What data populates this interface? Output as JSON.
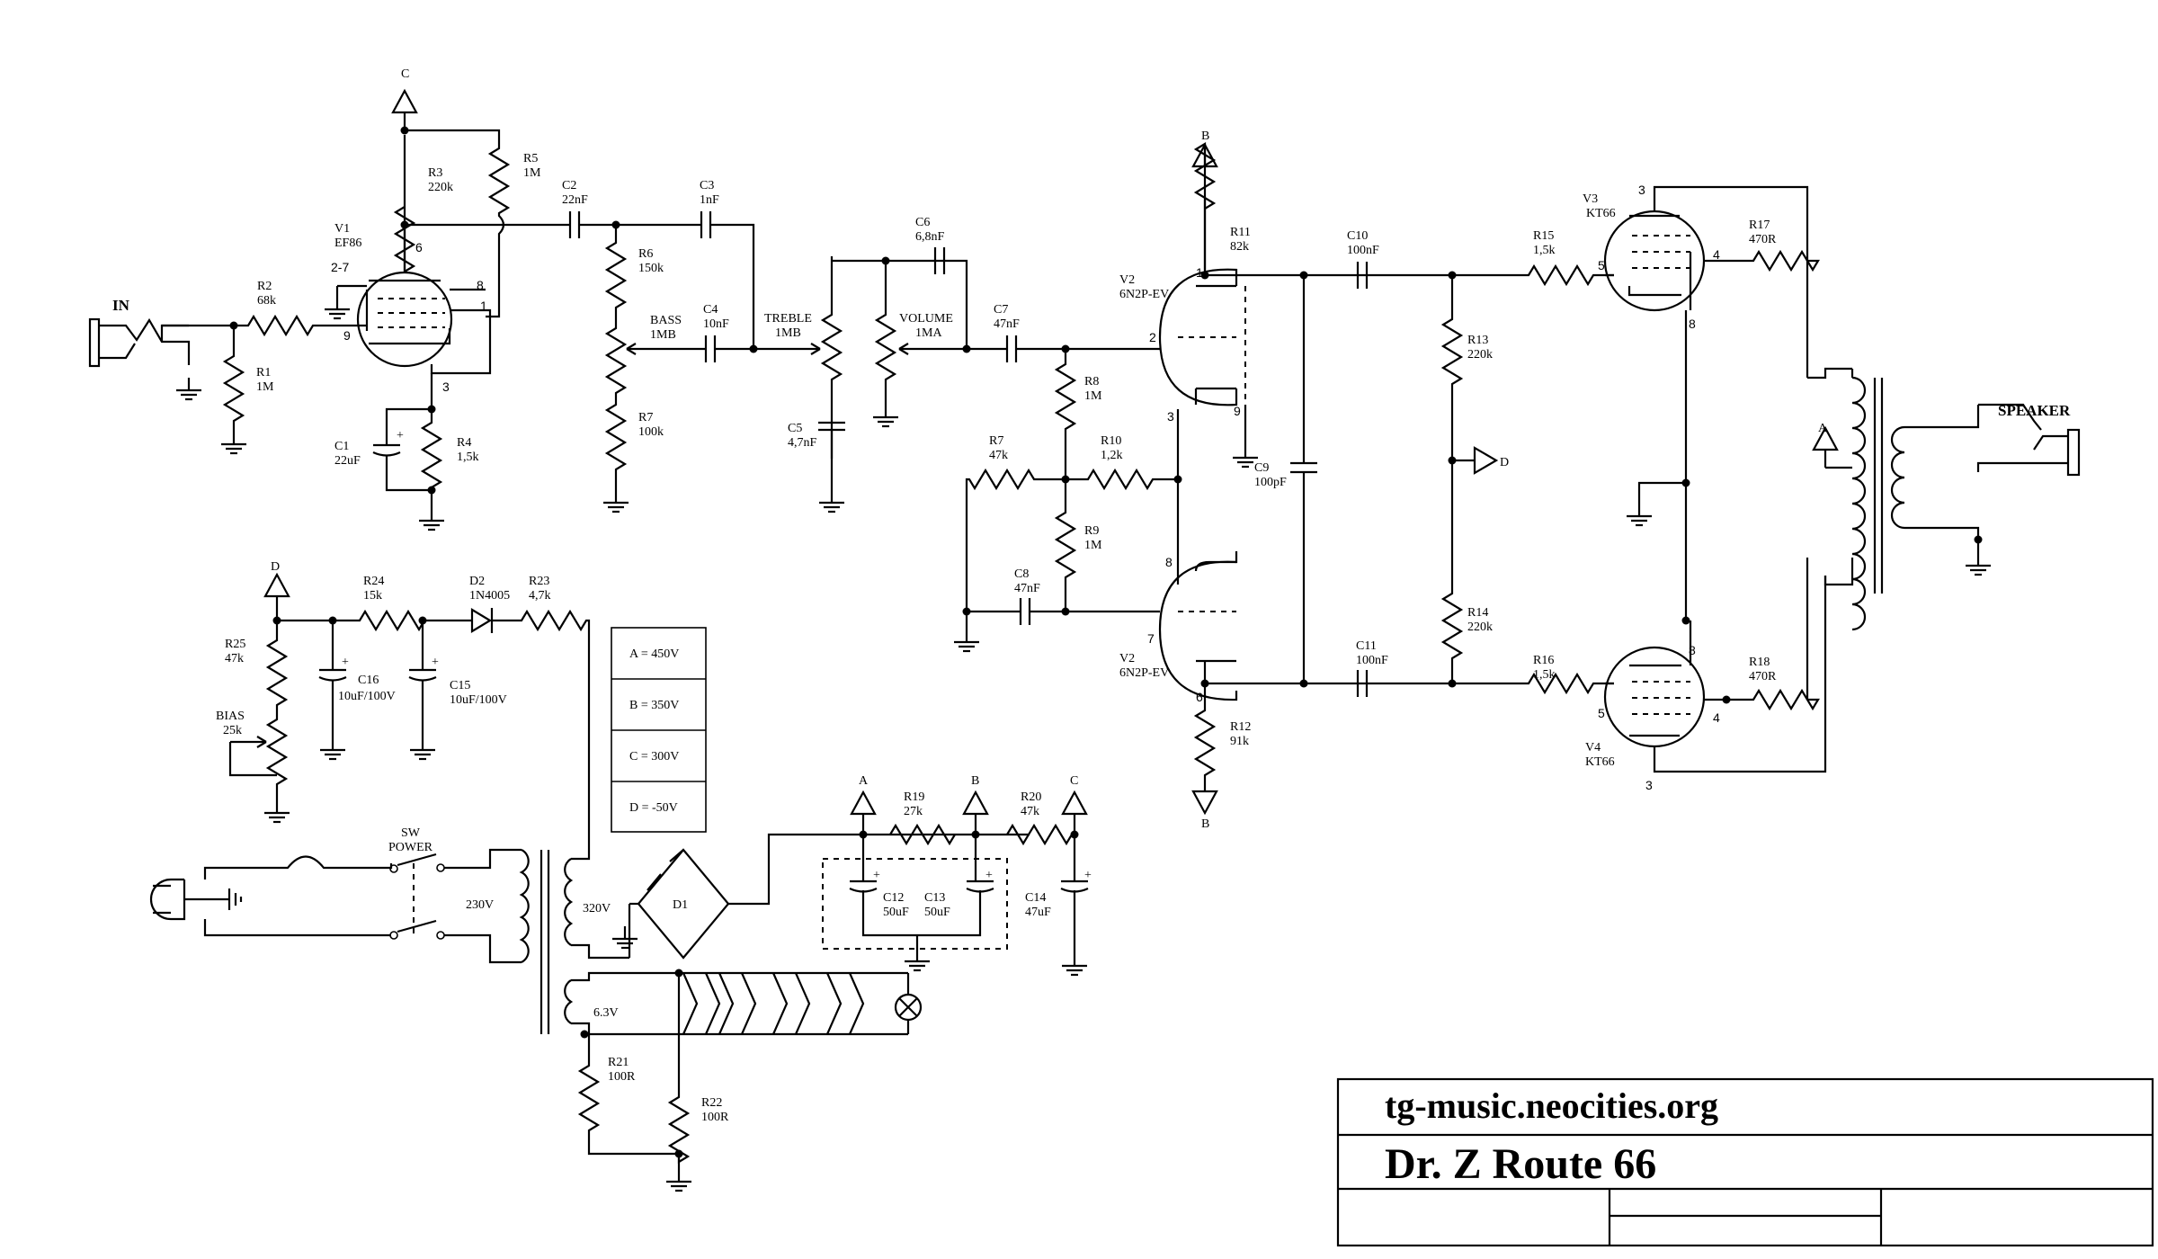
{
  "title_block": {
    "website": "tg-music.neocities.org",
    "title": "Dr. Z Route 66"
  },
  "voltages": [
    "A = 450V",
    "B = 350V",
    "C = 300V",
    "D = -50V"
  ],
  "connectors": {
    "input": "IN",
    "speaker": "SPEAKER"
  },
  "rail_labels": {
    "a": "A",
    "b": "B",
    "c": "C",
    "d": "D"
  },
  "tubes": {
    "v1": {
      "ref": "V1",
      "type": "EF86",
      "pins": [
        "2-7",
        "6",
        "8",
        "1",
        "9",
        "3"
      ]
    },
    "v2a": {
      "ref": "V2",
      "type": "6N2P-EV",
      "pins": [
        "1",
        "2",
        "3",
        "9"
      ]
    },
    "v2b": {
      "ref": "V2",
      "type": "6N2P-EV",
      "pins": [
        "8",
        "7",
        "6"
      ]
    },
    "v3": {
      "ref": "V3",
      "type": "KT66",
      "pins": [
        "3",
        "5",
        "4",
        "8"
      ]
    },
    "v4": {
      "ref": "V4",
      "type": "KT66",
      "pins": [
        "8",
        "5",
        "4",
        "3"
      ]
    }
  },
  "resistors": {
    "r1": [
      "R1",
      "1M"
    ],
    "r2": [
      "R2",
      "68k"
    ],
    "r3": [
      "R3",
      "220k"
    ],
    "r4": [
      "R4",
      "1,5k"
    ],
    "r5": [
      "R5",
      "1M"
    ],
    "r6": [
      "R6",
      "150k"
    ],
    "r7": [
      "R7",
      "100k"
    ],
    "r7b": [
      "R7",
      "47k"
    ],
    "r8": [
      "R8",
      "1M"
    ],
    "r9": [
      "R9",
      "1M"
    ],
    "r10": [
      "R10",
      "1,2k"
    ],
    "r11": [
      "R11",
      "82k"
    ],
    "r12": [
      "R12",
      "91k"
    ],
    "r13": [
      "R13",
      "220k"
    ],
    "r14": [
      "R14",
      "220k"
    ],
    "r15": [
      "R15",
      "1,5k"
    ],
    "r16": [
      "R16",
      "1,5k"
    ],
    "r17": [
      "R17",
      "470R"
    ],
    "r18": [
      "R18",
      "470R"
    ],
    "r19": [
      "R19",
      "27k"
    ],
    "r20": [
      "R20",
      "47k"
    ],
    "r21": [
      "R21",
      "100R"
    ],
    "r22": [
      "R22",
      "100R"
    ],
    "r23": [
      "R23",
      "4,7k"
    ],
    "r24": [
      "R24",
      "15k"
    ],
    "r25": [
      "R25",
      "47k"
    ]
  },
  "capacitors": {
    "c1": [
      "C1",
      "22uF"
    ],
    "c2": [
      "C2",
      "22nF"
    ],
    "c3": [
      "C3",
      "1nF"
    ],
    "c4": [
      "C4",
      "10nF"
    ],
    "c5": [
      "C5",
      "4,7nF"
    ],
    "c6": [
      "C6",
      "6,8nF"
    ],
    "c7": [
      "C7",
      "47nF"
    ],
    "c8": [
      "C8",
      "47nF"
    ],
    "c9": [
      "C9",
      "100pF"
    ],
    "c10": [
      "C10",
      "100nF"
    ],
    "c11": [
      "C11",
      "100nF"
    ],
    "c12": [
      "C12",
      "50uF"
    ],
    "c13": [
      "C13",
      "50uF"
    ],
    "c14": [
      "C14",
      "47uF"
    ],
    "c15": [
      "C15",
      "10uF/100V"
    ],
    "c16": [
      "C16",
      "10uF/100V"
    ]
  },
  "pots": {
    "bass": [
      "BASS",
      "1MB"
    ],
    "treble": [
      "TREBLE",
      "1MB"
    ],
    "volume": [
      "VOLUME",
      "1MA"
    ],
    "bias": [
      "BIAS",
      "25k"
    ]
  },
  "diodes": {
    "d1": "D1",
    "d2": [
      "D2",
      "1N4005"
    ]
  },
  "power": {
    "switch": [
      "SW",
      "POWER"
    ],
    "mains": "230V",
    "secondary_hv": "320V",
    "heater": "6.3V"
  }
}
